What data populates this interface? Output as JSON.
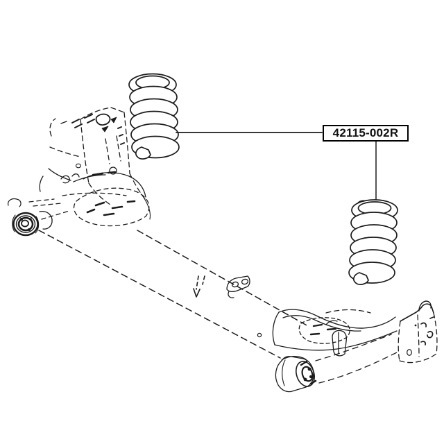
{
  "diagram": {
    "part_label": "42115-002R",
    "colors": {
      "background": "#ffffff",
      "line": "#1b1b1b",
      "label_border": "#000000"
    },
    "parts_shown": {
      "highlighted_part": "coil spring (front and rear of rear axle)",
      "assembly": "rear torsion beam axle"
    }
  }
}
